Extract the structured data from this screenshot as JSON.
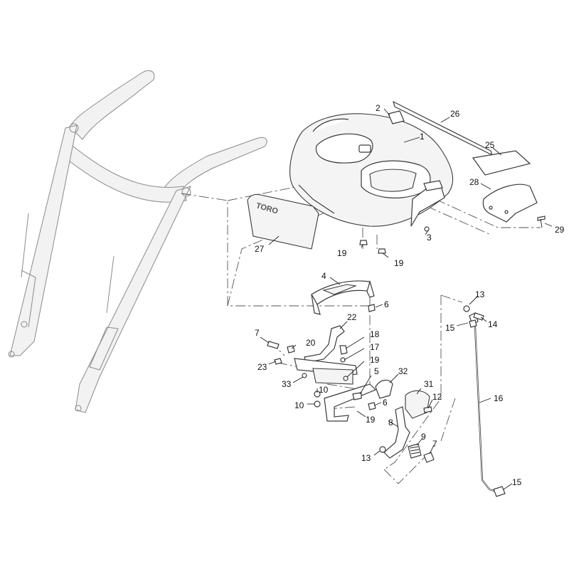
{
  "logo_text": "TORO",
  "callouts": {
    "c1": "1",
    "c2": "2",
    "c3": "3",
    "c4": "4",
    "c5": "5",
    "c6a": "6",
    "c6b": "6",
    "c7a": "7",
    "c7b": "7",
    "c8": "8",
    "c9": "9",
    "c10a": "10",
    "c10b": "10",
    "c12": "12",
    "c13a": "13",
    "c13b": "13",
    "c14": "14",
    "c15a": "15",
    "c15b": "15",
    "c16": "16",
    "c17": "17",
    "c18": "18",
    "c19a": "19",
    "c19b": "19",
    "c19c": "19",
    "c19d": "19",
    "c20": "20",
    "c22": "22",
    "c23": "23",
    "c25": "25",
    "c26": "26",
    "c27": "27",
    "c28": "28",
    "c29": "29",
    "c31": "31",
    "c32": "32",
    "c33": "33"
  }
}
